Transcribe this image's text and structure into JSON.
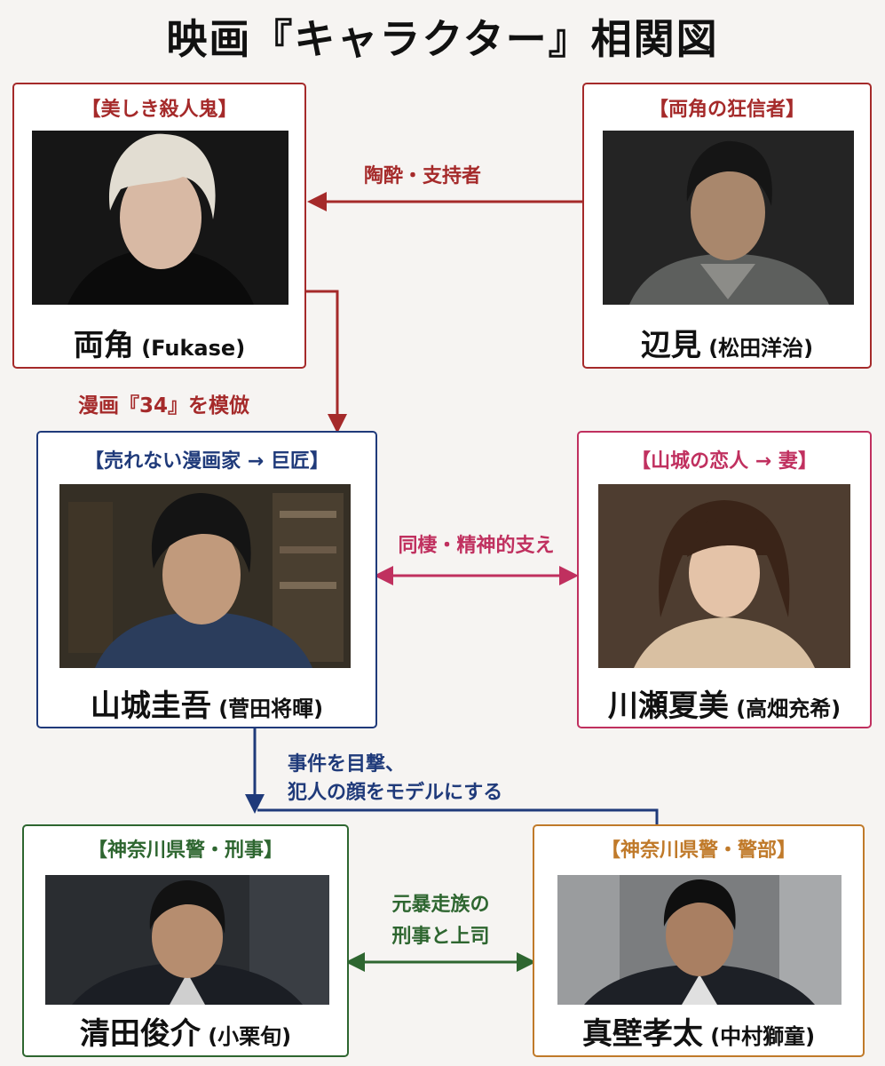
{
  "title": "映画『キャラクター』相関図",
  "colors": {
    "red": "#a52a2a",
    "navy": "#1f3a7a",
    "pink": "#c0305f",
    "green": "#2e6630",
    "orange": "#c07a2a"
  },
  "characters": {
    "ryokaku": {
      "role": "【美しき殺人鬼】",
      "name": "両角",
      "actor": "Fukase"
    },
    "henmi": {
      "role": "【両角の狂信者】",
      "name": "辺見",
      "actor": "松田洋治"
    },
    "yamashiro": {
      "role": "【売れない漫画家 → 巨匠】",
      "name": "山城圭吾",
      "actor": "菅田将暉"
    },
    "kawase": {
      "role": "【山城の恋人 → 妻】",
      "name": "川瀬夏美",
      "actor": "高畑充希"
    },
    "kiyota": {
      "role": "【神奈川県警・刑事】",
      "name": "清田俊介",
      "actor": "小栗旬"
    },
    "makabe": {
      "role": "【神奈川県警・警部】",
      "name": "真壁孝太",
      "actor": "中村獅童"
    }
  },
  "relations": {
    "henmi_ryokaku": "陶酔・支持者",
    "ryokaku_yamashiro": "漫画『34』を模倣",
    "yamashiro_kawase": "同棲・精神的支え",
    "yamashiro_kiyota_line1": "事件を目撃、",
    "yamashiro_kiyota_line2": "犯人の顔をモデルにする",
    "kiyota_makabe_line1": "元暴走族の",
    "kiyota_makabe_line2": "刑事と上司"
  }
}
